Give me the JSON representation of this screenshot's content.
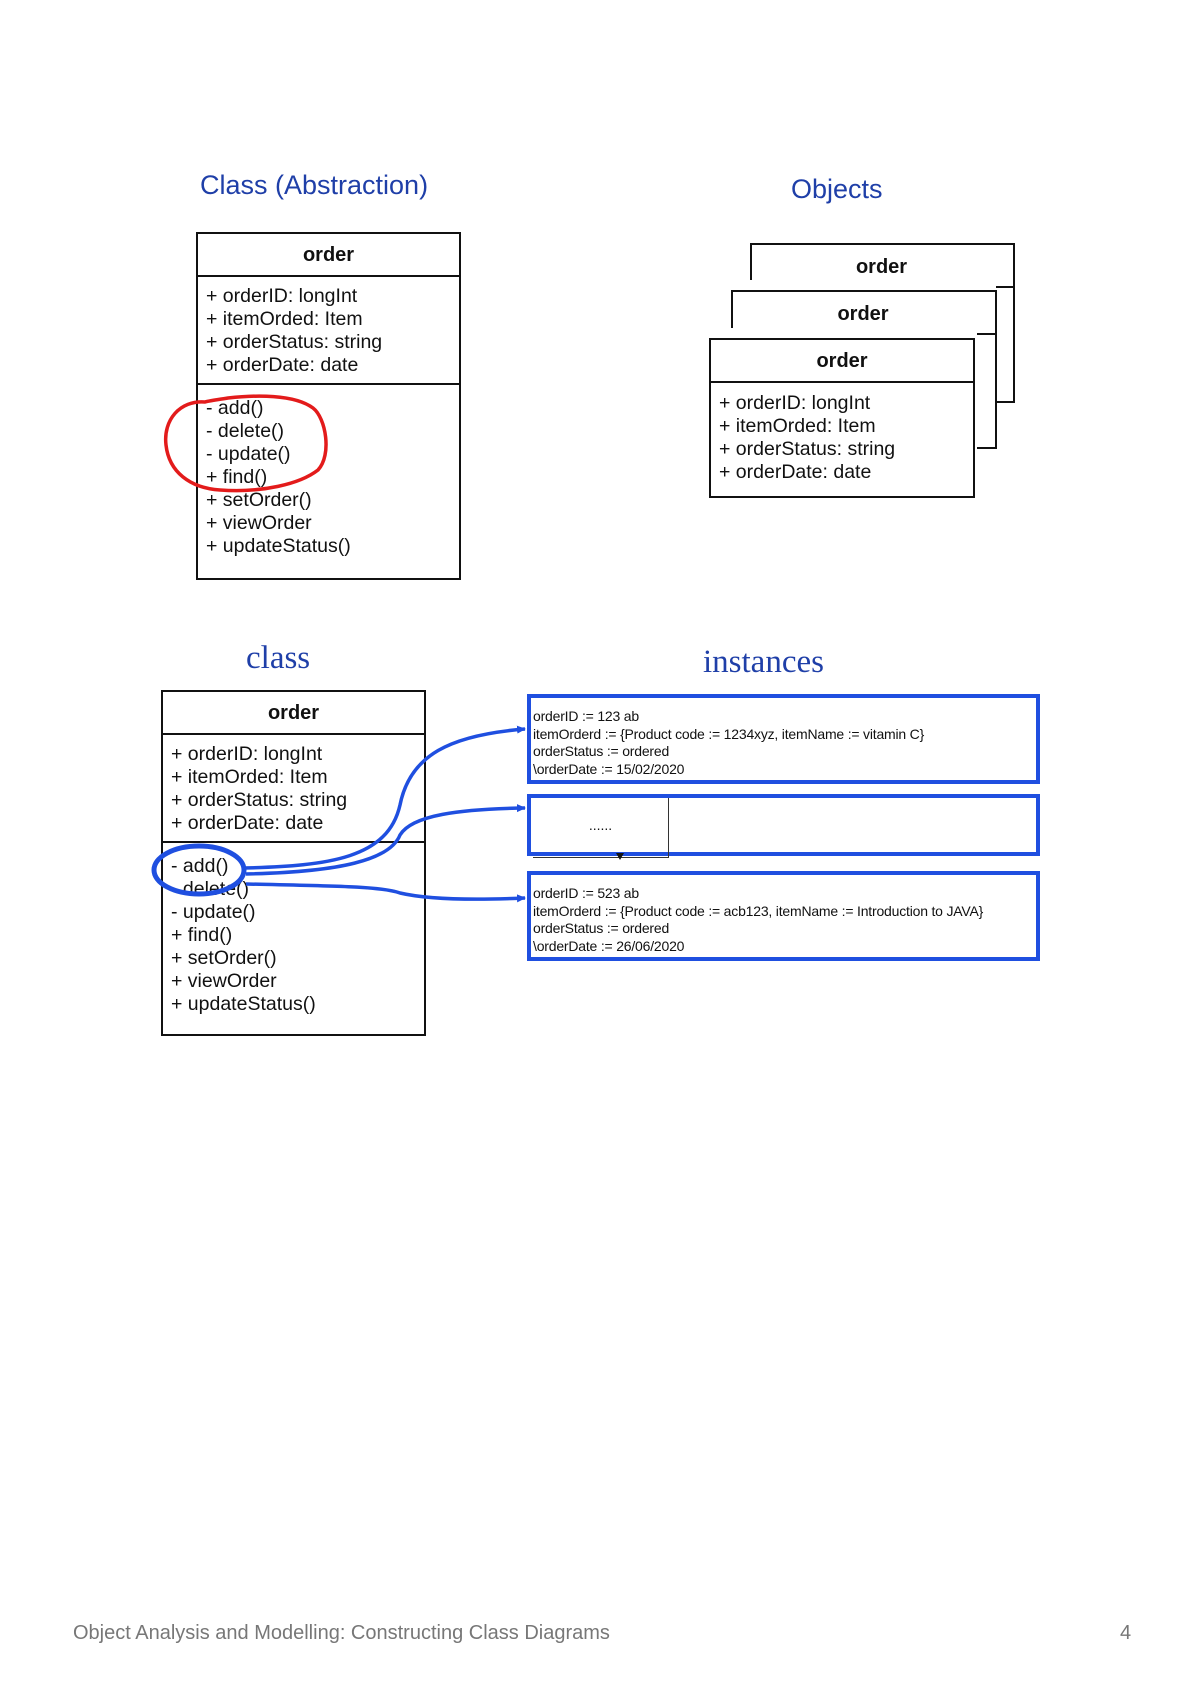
{
  "top": {
    "class_heading": "Class (Abstraction)",
    "objects_heading": "Objects",
    "class_box": {
      "name": "order",
      "attributes": [
        "+ orderID: longInt",
        "+ itemOrded: Item",
        "+ orderStatus: string",
        "+ orderDate: date"
      ],
      "operations": [
        "- add()",
        "- delete()",
        "- update()",
        "+ find()",
        "+ setOrder()",
        "+ viewOrder",
        "+ updateStatus()"
      ]
    },
    "object_stack": {
      "back_name": "order",
      "middle_name": "order",
      "front": {
        "name": "order",
        "attributes": [
          "+ orderID: longInt",
          "+ itemOrded: Item",
          "+ orderStatus: string",
          "+ orderDate: date"
        ]
      }
    }
  },
  "bottom": {
    "class_heading": "class",
    "instances_heading": "instances",
    "class_box": {
      "name": "order",
      "attributes": [
        "+ orderID: longInt",
        "+ itemOrded: Item",
        "+ orderStatus: string",
        "+ orderDate: date"
      ],
      "operations": [
        "- add()",
        "- delete()",
        "- update()",
        "+ find()",
        "+ setOrder()",
        "+ viewOrder",
        "+ updateStatus()"
      ]
    },
    "instances": [
      {
        "lines": [
          "orderID := 123 ab",
          "itemOrderd := {Product code := 1234xyz, itemName := vitamin C}",
          "orderStatus := ordered",
          "\\orderDate := 15/02/2020"
        ]
      },
      {
        "lines": [
          "......"
        ]
      },
      {
        "lines": [
          "orderID := 523 ab",
          "itemOrderd := {Product code := acb123, itemName := Introduction to JAVA}",
          "orderStatus := ordered",
          "\\orderDate := 26/06/2020"
        ]
      }
    ]
  },
  "footer": {
    "title": "Object Analysis and Modelling: Constructing Class Diagrams",
    "page_number": "4"
  },
  "colors": {
    "heading_blue": "#1f3fa8",
    "annotation_red": "#e31b1b",
    "annotation_blue": "#1f4fe0"
  }
}
